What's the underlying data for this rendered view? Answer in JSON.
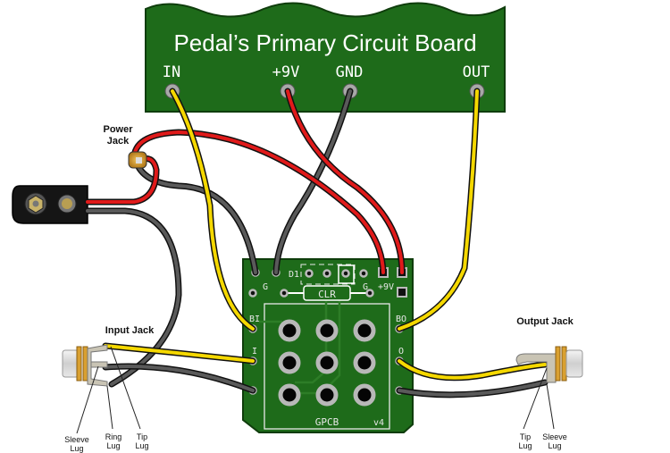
{
  "colors": {
    "board_green": "#1e6b1a",
    "board_outline": "#0f3d0c",
    "wire_yellow": "#f5d800",
    "wire_red": "#e01a1a",
    "wire_gray": "#5a5a5a",
    "wire_outline": "#111111",
    "pad_gray": "#a8a8a8",
    "brass": "#d9a030"
  },
  "main_board": {
    "title": "Pedal’s Primary Circuit Board",
    "pads": [
      {
        "label": "IN",
        "wire": "yellow"
      },
      {
        "label": "+9V",
        "wire": "red"
      },
      {
        "label": "GND",
        "wire": "gray"
      },
      {
        "label": "OUT",
        "wire": "yellow"
      }
    ]
  },
  "power_jack": {
    "label_line1": "Power",
    "label_line2": "Jack"
  },
  "battery_snap": {
    "name": "9V battery snap"
  },
  "gpcb": {
    "name": "GPCB",
    "version": "v4",
    "labels": {
      "g_left": "G",
      "d1": "D1",
      "clr": "CLR",
      "g_right": "G",
      "plus9v": "+9V",
      "bi": "BI",
      "i": "I",
      "bo": "BO",
      "o": "O"
    }
  },
  "input_jack": {
    "title": "Input Jack",
    "lugs": [
      {
        "line1": "Sleeve",
        "line2": "Lug"
      },
      {
        "line1": "Ring",
        "line2": "Lug"
      },
      {
        "line1": "Tip",
        "line2": "Lug"
      }
    ]
  },
  "output_jack": {
    "title": "Output Jack",
    "lugs": [
      {
        "line1": "Tip",
        "line2": "Lug"
      },
      {
        "line1": "Sleeve",
        "line2": "Lug"
      }
    ]
  }
}
